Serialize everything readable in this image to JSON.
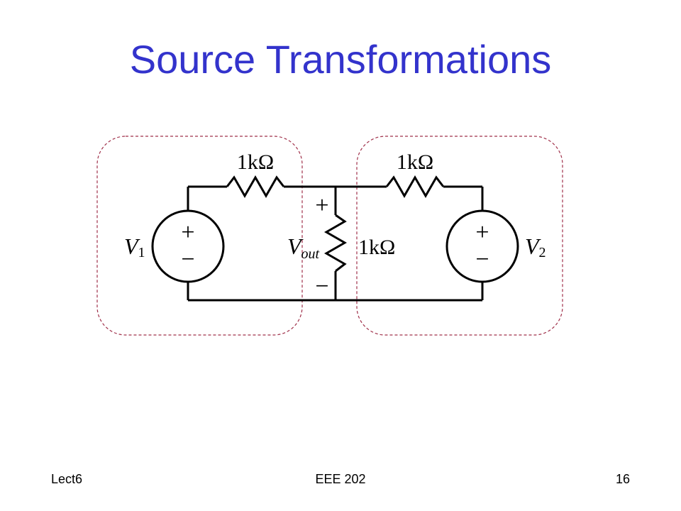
{
  "slide": {
    "title": "Source Transformations"
  },
  "circuit": {
    "left_resistor_label": "1kΩ",
    "right_resistor_label": "1kΩ",
    "middle_resistor_label": "1kΩ",
    "source1": {
      "name": "V",
      "subscript": "1",
      "plus": "+",
      "minus": "−"
    },
    "source2": {
      "name": "V",
      "subscript": "2",
      "plus": "+",
      "minus": "−"
    },
    "output": {
      "name": "V",
      "subscript": "out",
      "plus": "+",
      "minus": "−"
    },
    "colors": {
      "wire": "#000000",
      "grouping_outline": "#a0304a",
      "title": "#3333cc"
    }
  },
  "footer": {
    "left": "Lect6",
    "center": "EEE 202",
    "right": "16"
  }
}
